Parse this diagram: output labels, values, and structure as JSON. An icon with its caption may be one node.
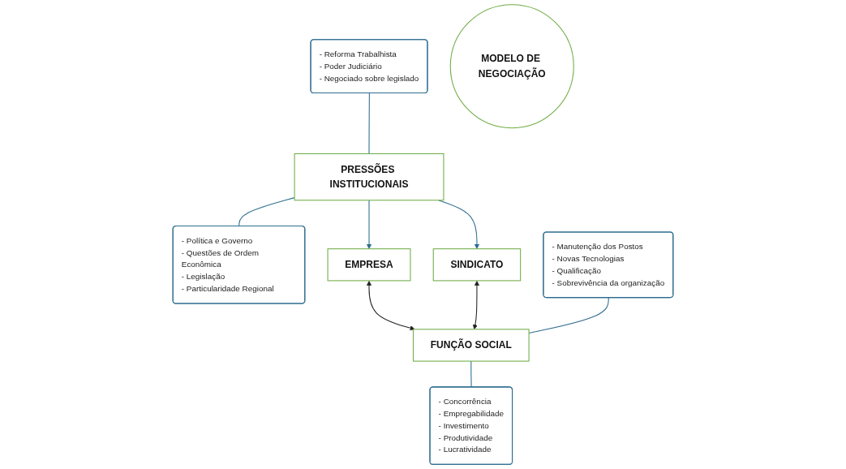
{
  "diagram": {
    "nodes": [
      {
        "text": [
          "- Reforma Trabalhista",
          "- Poder Judiciário",
          "- Negociado sobre legislado"
        ]
      },
      {
        "text": [
          "PRESSÕES INSTITUCIONAIS"
        ]
      },
      {
        "text": [
          "- Política e Governo",
          "- Questões de Ordem Econômica",
          "- Legislação",
          "- Particularidade Regional"
        ]
      },
      {
        "text": [
          "EMPRESA"
        ]
      },
      {
        "text": [
          "MODELO DE NEGOCIAÇÃO"
        ]
      },
      {
        "text": [
          "SINDICATO"
        ]
      },
      {
        "text": [
          "- Manutenção dos Postos",
          "- Novas Tecnologias",
          "- Qualificação",
          "- Sobrevivência da organização"
        ]
      },
      {
        "text": [
          "FUNÇÃO SOCIAL"
        ]
      },
      {
        "text": [
          "- Concorrência",
          "- Empregabilidade",
          "- Investimento",
          "- Produtividade",
          "- Lucratividade"
        ]
      }
    ],
    "edges": [
      {
        "from": 0,
        "to": 1,
        "arrow": "none"
      },
      {
        "from": 1,
        "to": 2,
        "arrow": "none"
      },
      {
        "from": 1,
        "to": 3,
        "arrow": "to"
      },
      {
        "from": 1,
        "to": 5,
        "arrow": "to"
      },
      {
        "from": 3,
        "to": 7,
        "arrow": "both",
        "color": "#222222"
      },
      {
        "from": 5,
        "to": 7,
        "arrow": "both",
        "color": "#222222"
      },
      {
        "from": 6,
        "to": 7,
        "arrow": "none"
      },
      {
        "from": 7,
        "to": 8,
        "arrow": "none"
      }
    ]
  }
}
